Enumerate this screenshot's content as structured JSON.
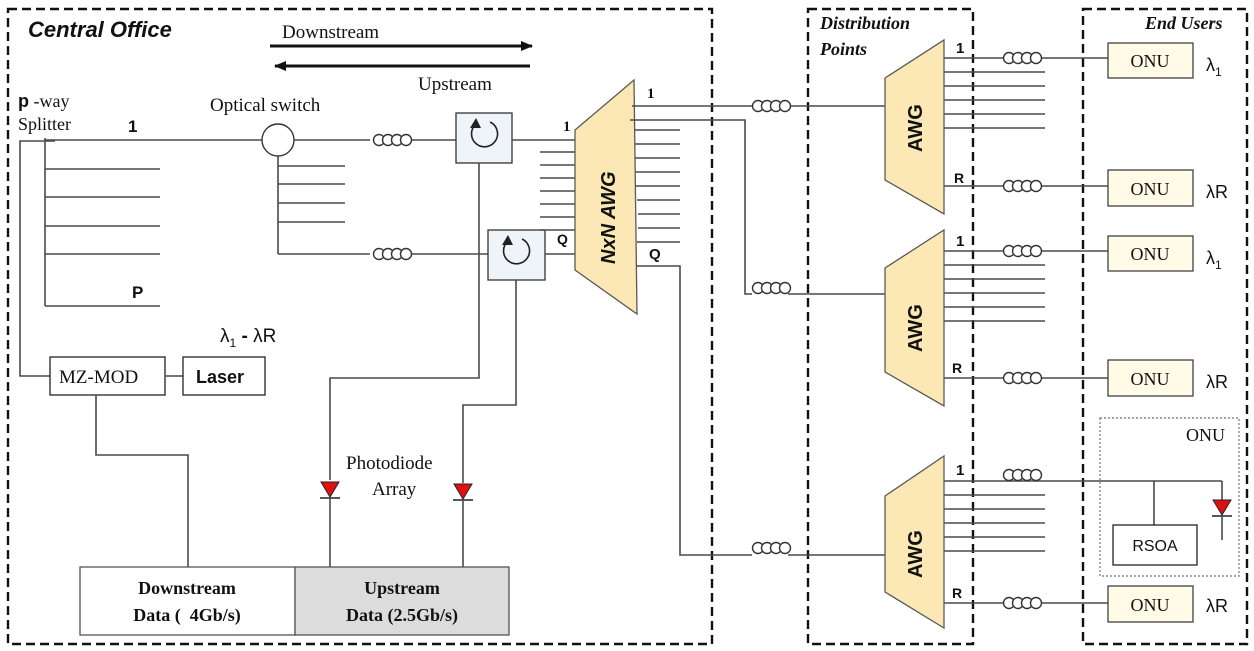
{
  "sections": {
    "central_office": "Central Office",
    "distribution_points_line1": "Distribution",
    "distribution_points_line2": "Points",
    "end_users": "End Users"
  },
  "directions": {
    "downstream": "Downstream",
    "upstream": "Upstream"
  },
  "splitter": {
    "label_line1_prefix": "p",
    "label_line1_suffix": " -way",
    "label_line2": "Splitter",
    "port_first": "1",
    "port_last": "P"
  },
  "optical_switch": "Optical switch",
  "wavelength_range": {
    "lambda1": "λ",
    "sub1": "1",
    "separator": " - ",
    "lambdaR": "λR"
  },
  "mz_mod": "MZ-MOD",
  "laser": "Laser",
  "photodiode": {
    "line1": "Photodiode",
    "line2": "Array"
  },
  "data_boxes": {
    "downstream_line1": "Downstream",
    "downstream_line2": "Data (  4Gb/s)",
    "upstream_line1": "Upstream",
    "upstream_line2": "Data (2.5Gb/s)"
  },
  "nxn_awg": {
    "label": "NxN AWG",
    "port_first": "1",
    "port_last": "Q"
  },
  "awgs": [
    {
      "label": "AWG",
      "port_first": "1",
      "port_last": "R"
    },
    {
      "label": "AWG",
      "port_first": "1",
      "port_last": "R"
    },
    {
      "label": "AWG",
      "port_first": "1",
      "port_last": "R"
    }
  ],
  "onus": [
    {
      "label": "ONU",
      "lambda": "λ",
      "sub": "1"
    },
    {
      "label": "ONU",
      "lambda": "λR",
      "sub": ""
    },
    {
      "label": "ONU",
      "lambda": "λ",
      "sub": "1"
    },
    {
      "label": "ONU",
      "lambda": "λR",
      "sub": ""
    },
    {
      "label": "ONU",
      "lambda": "λR",
      "sub": ""
    }
  ],
  "onu_detail": {
    "title": "ONU",
    "rsoa": "RSOA"
  },
  "colors": {
    "awg_fill": "#fbe8b4",
    "photodiode": "#e01010",
    "upstream_data_fill": "#dcdcdc",
    "onu_fill": "#fffbe6"
  }
}
